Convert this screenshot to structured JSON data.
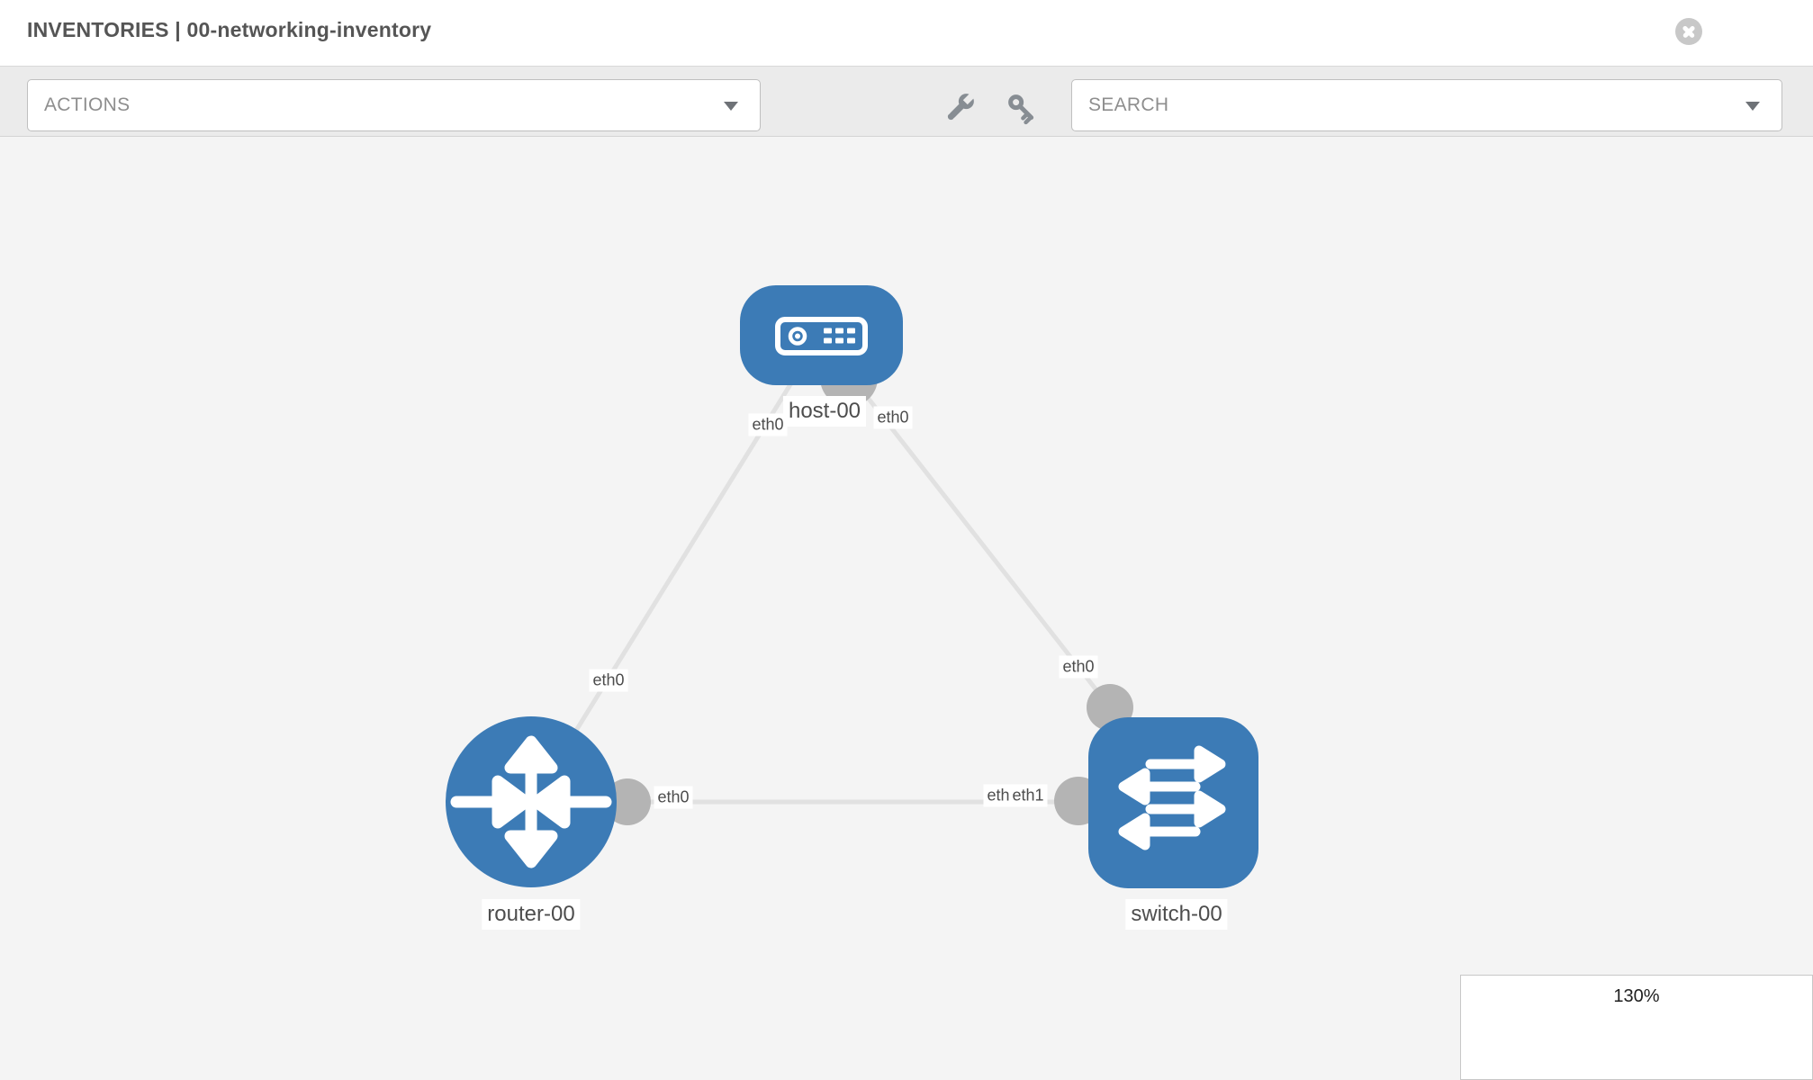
{
  "header": {
    "title": "INVENTORIES | 00-networking-inventory"
  },
  "toolbar": {
    "actions_label": "ACTIONS",
    "search_placeholder": "SEARCH",
    "icons": [
      "wrench-icon",
      "key-icon"
    ]
  },
  "topology": {
    "nodes": [
      {
        "id": "host-00",
        "type": "host",
        "label": "host-00"
      },
      {
        "id": "router-00",
        "type": "router",
        "label": "router-00"
      },
      {
        "id": "switch-00",
        "type": "switch",
        "label": "switch-00"
      }
    ],
    "links": [
      {
        "from": "host-00",
        "to": "router-00",
        "interfaces": [
          "eth0",
          "eth0"
        ]
      },
      {
        "from": "host-00",
        "to": "switch-00",
        "interfaces": [
          "eth0",
          "eth0"
        ]
      },
      {
        "from": "router-00",
        "to": "switch-00",
        "interfaces": [
          "eth0",
          "eth1"
        ]
      }
    ],
    "iface_labels": {
      "hr_host": "eth0",
      "hr_router": "eth0",
      "hs_host": "eth0",
      "hs_switch": "eth0",
      "rs_router": "eth0",
      "rs_switch_under": "eth0",
      "rs_switch": "eth1"
    }
  },
  "zoom_control": {
    "level": "130%"
  },
  "colors": {
    "node_blue": "#3c7bb6",
    "link_gray": "#e1e1e1",
    "interface_gray": "#b4b4b4",
    "toolbar_gray": "#ebebeb",
    "canvas_gray": "#f4f4f4",
    "title_gray": "#555555"
  }
}
